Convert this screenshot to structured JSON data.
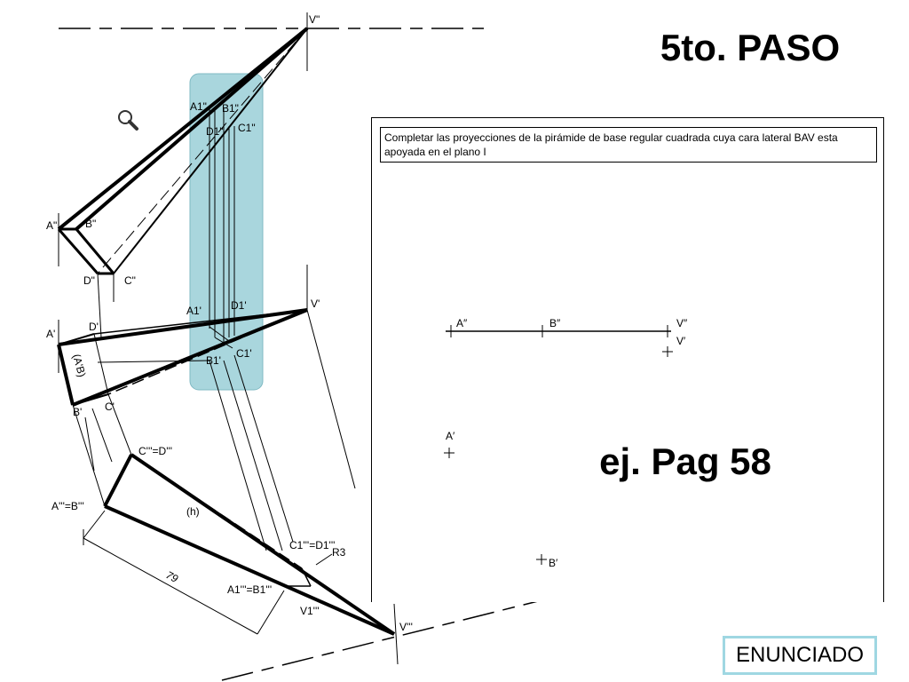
{
  "slide": {
    "title": "5to. PASO",
    "page_ref": "ej. Pag 58",
    "enunciado_button": "ENUNCIADO"
  },
  "statement": {
    "text": "Completar las proyecciones de la pirámide de base regular cuadrada cuya cara lateral BAV esta apoyada en el plano I"
  },
  "exercise_labels": {
    "a2": "A″",
    "b2": "B″",
    "v2": "V″",
    "v1": "V′",
    "a1": "A′",
    "b1": "B′"
  },
  "drawing_labels": {
    "v_top": "V\"",
    "a1_2": "A1\"",
    "b1_2": "B1\"",
    "d1_2": "D1\"",
    "c1_2": "C1\"",
    "a_2": "A\"",
    "b_2": "B\"",
    "d_2": "D\"",
    "c_2": "C\"",
    "a1_1": "A1'",
    "d1_1": "D1'",
    "v_1": "V'",
    "a_1": "A'",
    "d_1": "D'",
    "ab_dist": "(A'B)",
    "b1_1": "B1'",
    "c1_1": "C1'",
    "b_1": "B'",
    "c_1": "C'",
    "cd_3": "C'''=D'''",
    "ab_3": "A'''=B'''",
    "h": "(h)",
    "c1d1_3": "C1'''=D1'''",
    "r3": "R3",
    "dim": "79",
    "a1b1_3": "A1'''=B1'''",
    "v1_3": "V1'''",
    "v_3": "V'''"
  },
  "colors": {
    "highlight": "#a9d6dd",
    "button_border": "#9fd7e2"
  },
  "icons": [
    "magnifier-icon"
  ]
}
